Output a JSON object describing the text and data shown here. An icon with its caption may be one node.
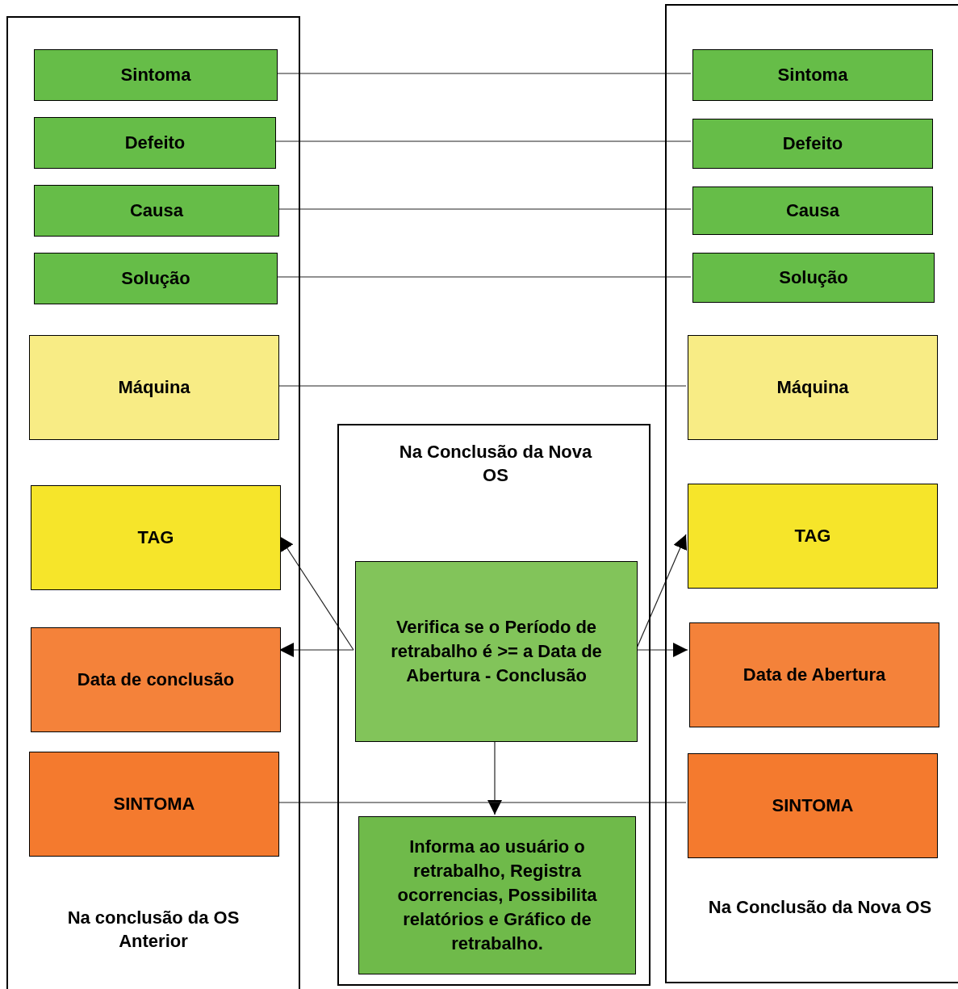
{
  "diagram": {
    "nodes": [
      {
        "text": [
          "Na conclusão da OS Anterior"
        ]
      },
      {
        "text": [
          "Sintoma"
        ],
        "in": 0
      },
      {
        "text": [
          "Defeito"
        ],
        "in": 0
      },
      {
        "text": [
          "Causa"
        ],
        "in": 0
      },
      {
        "text": [
          "Solução"
        ],
        "in": 0
      },
      {
        "text": [
          "Máquina"
        ],
        "in": 0
      },
      {
        "text": [
          "TAG"
        ],
        "in": 0
      },
      {
        "text": [
          "Data de conclusão"
        ],
        "in": 0
      },
      {
        "text": [
          "SINTOMA"
        ],
        "in": 0
      },
      {
        "text": [
          "Na Conclusão da Nova OS"
        ]
      },
      {
        "text": [
          "Verifica se o Período de retrabalho é >= a Data de Abertura - Conclusão"
        ],
        "in": 9
      },
      {
        "text": [
          "Informa ao usuário o retrabalho, Registra ocorrencias, Possibilita relatórios e Gráfico de retrabalho."
        ],
        "in": 9
      },
      {
        "text": [
          "Na Conclusão da Nova OS"
        ]
      },
      {
        "text": [
          "Sintoma"
        ],
        "in": 12
      },
      {
        "text": [
          "Defeito"
        ],
        "in": 12
      },
      {
        "text": [
          "Causa"
        ],
        "in": 12
      },
      {
        "text": [
          "Solução"
        ],
        "in": 12
      },
      {
        "text": [
          "Máquina"
        ],
        "in": 12
      },
      {
        "text": [
          "TAG"
        ],
        "in": 12
      },
      {
        "text": [
          "Data de Abertura"
        ],
        "in": 12
      },
      {
        "text": [
          "SINTOMA"
        ],
        "in": 12
      }
    ],
    "edges": [
      {
        "from": 1,
        "to": 13,
        "arrow": "none"
      },
      {
        "from": 2,
        "to": 14,
        "arrow": "none"
      },
      {
        "from": 3,
        "to": 15,
        "arrow": "none"
      },
      {
        "from": 4,
        "to": 16,
        "arrow": "none"
      },
      {
        "from": 5,
        "to": 17,
        "arrow": "none"
      },
      {
        "from": 10,
        "to": 6,
        "arrow": "to"
      },
      {
        "from": 10,
        "to": 7,
        "arrow": "to"
      },
      {
        "from": 10,
        "to": 18,
        "arrow": "to"
      },
      {
        "from": 10,
        "to": 19,
        "arrow": "to"
      },
      {
        "from": 10,
        "to": 11,
        "arrow": "to"
      },
      {
        "from": 8,
        "to": 20,
        "arrow": "none"
      }
    ]
  }
}
